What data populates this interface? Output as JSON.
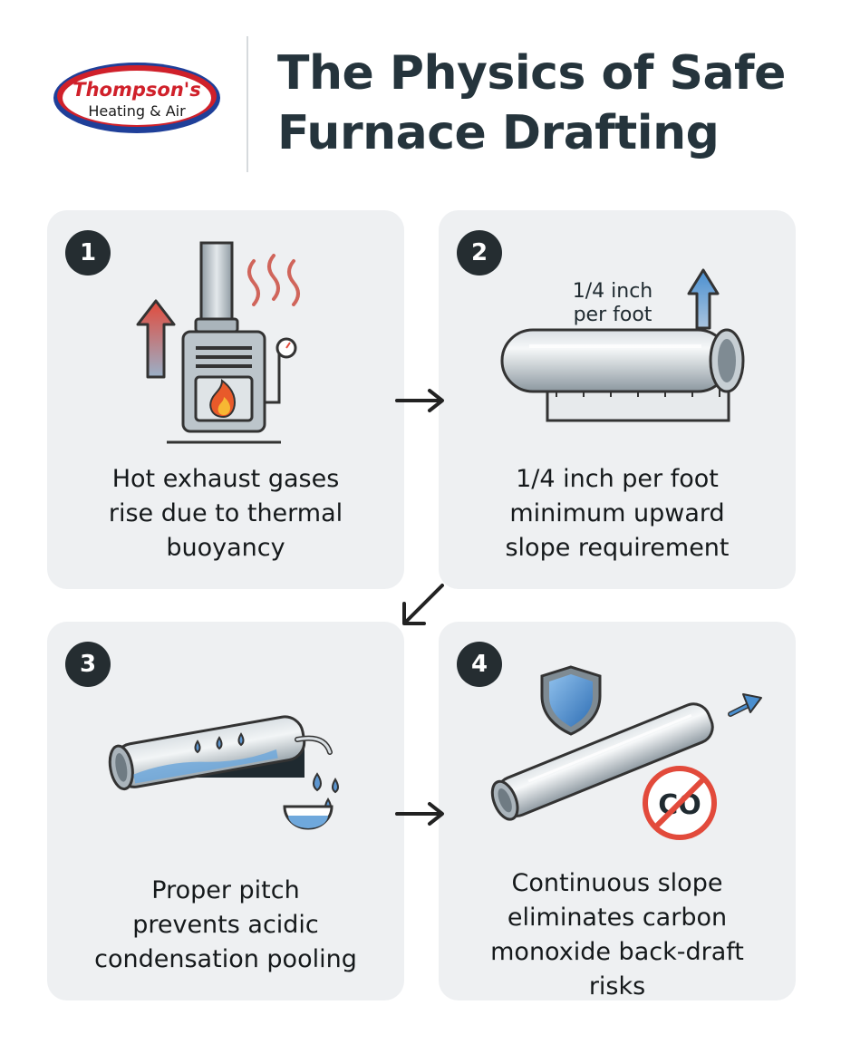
{
  "header": {
    "logo": {
      "line1": "Thompson's",
      "line2": "Heating & Air"
    },
    "title_lines": [
      "The Physics of Safe",
      "Furnace Drafting"
    ]
  },
  "steps": [
    {
      "number": "1",
      "caption_lines": [
        "Hot exhaust gases",
        "rise due to thermal",
        "buoyancy"
      ],
      "illustration": "furnace-rising-exhaust"
    },
    {
      "number": "2",
      "caption_lines": [
        "1/4 inch per foot",
        "minimum upward",
        "slope requirement"
      ],
      "illustration": "sloped-pipe-with-ruler",
      "annotation_lines": [
        "1/4 inch",
        "per foot"
      ]
    },
    {
      "number": "3",
      "caption_lines": [
        "Proper pitch",
        "prevents acidic",
        "condensation pooling"
      ],
      "illustration": "pipe-draining-condensate"
    },
    {
      "number": "4",
      "caption_lines": [
        "Continuous slope",
        "eliminates carbon",
        "monoxide back-draft",
        "risks"
      ],
      "illustration": "pipe-shield-no-co",
      "co_label": "CO"
    }
  ],
  "colors": {
    "card_bg": "#eef0f2",
    "badge_bg": "#252d31",
    "title": "#25343c",
    "logo_red": "#d0202a",
    "logo_blue": "#1f3f99",
    "accent_blue": "#4a8fd0",
    "accent_red": "#e24a3b"
  },
  "icons": [
    "up-arrow-icon",
    "steam-icon",
    "flame-icon",
    "gauge-icon",
    "ruler-icon",
    "water-drop-icon",
    "shield-icon",
    "no-co-icon",
    "flow-arrow-icon"
  ]
}
